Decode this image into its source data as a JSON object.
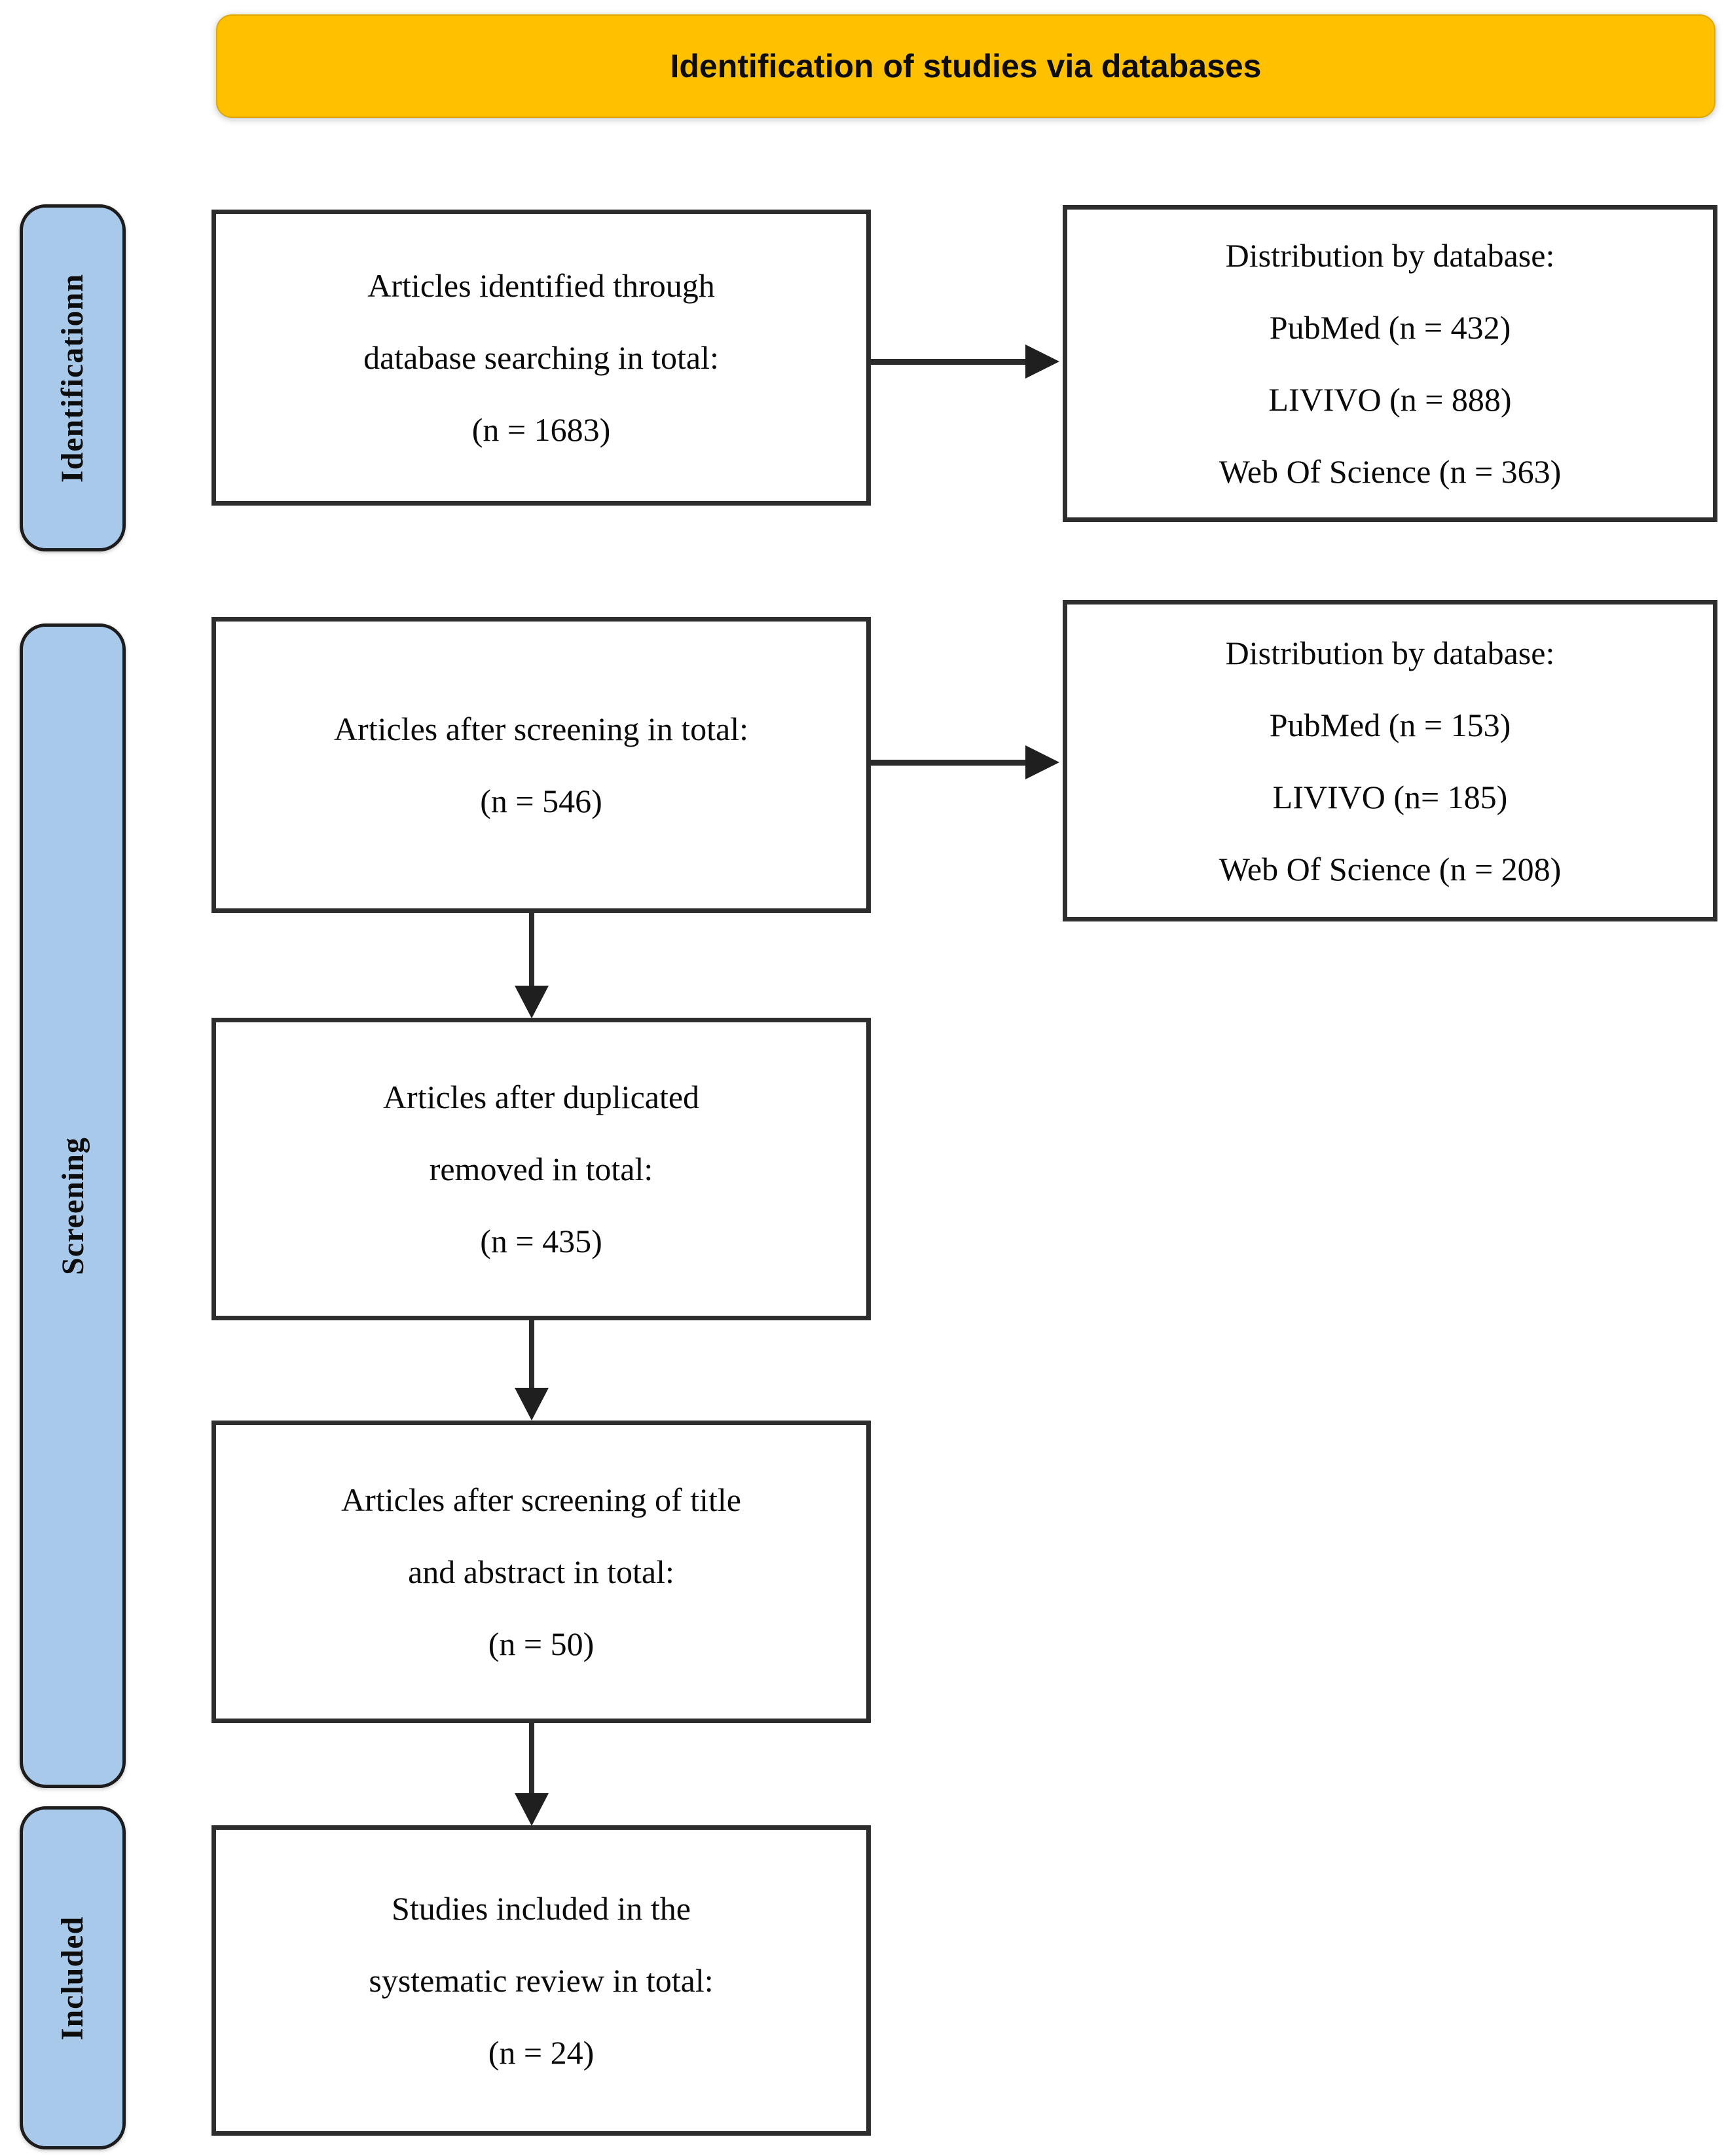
{
  "header": {
    "title": "Identification of studies via databases",
    "bg_color": "#FFC000"
  },
  "sidebar": {
    "bg_color": "#A9C9EA",
    "items": [
      {
        "label": "Identificationn"
      },
      {
        "label": "Screening"
      },
      {
        "label": "Included"
      }
    ]
  },
  "flow": {
    "box_identified": {
      "lines": [
        "Articles identified through",
        "database searching in total:",
        "(n = 1683)"
      ]
    },
    "dist_identified": {
      "lines": [
        "Distribution by database:",
        "PubMed (n = 432)",
        "LIVIVO (n = 888)",
        "Web Of Science (n = 363)"
      ]
    },
    "box_screened": {
      "lines": [
        "Articles after screening in total:",
        "(n = 546)"
      ]
    },
    "dist_screened": {
      "lines": [
        "Distribution by database:",
        "PubMed (n = 153)",
        "LIVIVO (n= 185)",
        "Web Of Science (n = 208)"
      ]
    },
    "box_deduplicated": {
      "lines": [
        "Articles after duplicated",
        "removed in total:",
        "(n = 435)"
      ]
    },
    "box_title_abstract": {
      "lines": [
        "Articles after screening of title",
        "and abstract in total:",
        "(n = 50)"
      ]
    },
    "box_included": {
      "lines": [
        "Studies included in the",
        "systematic review in total:",
        "(n = 24)"
      ]
    }
  }
}
